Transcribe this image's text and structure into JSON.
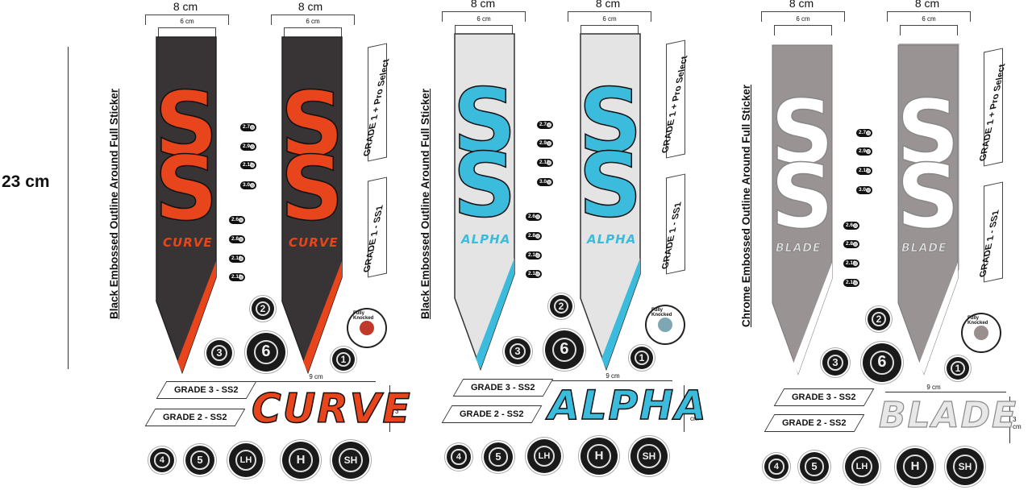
{
  "scale": {
    "height_label": "23 cm"
  },
  "dims": {
    "outer": "8 cm",
    "inner": "6 cm",
    "logo_width": "9 cm",
    "logo_height": "3 cm"
  },
  "grades": {
    "pro": "GRADE 1 + Pro Select",
    "g1": "GRADE 1 - SS1",
    "g3": "GRADE 3 - SS2",
    "g2": "GRADE 2 - SS2"
  },
  "sizes_upper": [
    "2.7",
    "2.9",
    "2.13",
    "3.0"
  ],
  "sizes_lower": [
    "2.6",
    "2.8",
    "2.10",
    "2.13"
  ],
  "badges": {
    "b1": "1",
    "b2": "2",
    "b3": "3",
    "b4": "4",
    "b5": "5",
    "b6": "6",
    "lh": "LH",
    "h": "H",
    "sh": "SH"
  },
  "knock": "Fully Knocked",
  "panels": [
    {
      "side_text": "Black Embossed Outline Around Full Sticker",
      "brand": "CURVE",
      "accent": "#e8451c",
      "sticker_bg": "#383436",
      "stripe": "#e8451c"
    },
    {
      "side_text": "Black Embossed Outline Around Full Sticker",
      "brand": "ALPHA",
      "accent": "#3bbcdc",
      "sticker_bg": "#e4e4e4",
      "stripe": "#3bbcdc"
    },
    {
      "side_text": "Chrome Embossed Outline Around Full Sticker",
      "brand": "BLADE",
      "accent": "#ffffff",
      "sticker_bg": "#9a9393",
      "stripe": "#ffffff"
    }
  ]
}
